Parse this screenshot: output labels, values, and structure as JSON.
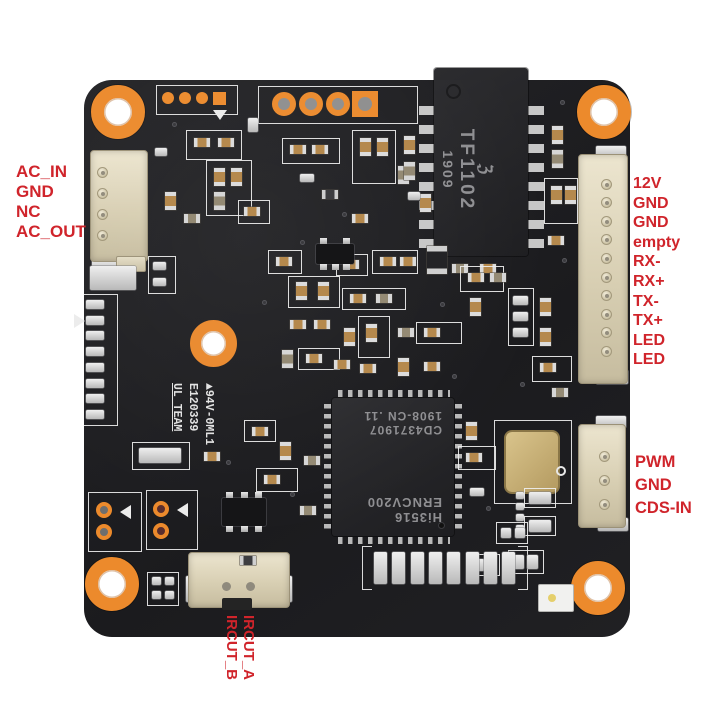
{
  "colors": {
    "label_red": "#d0242b",
    "pad_orange": "#ec8a2c",
    "pcb_black": "#1e1e21",
    "connector_beige": "#ddd5bd",
    "silkscreen_white": "#ececec"
  },
  "labels": {
    "left": [
      "AC_IN",
      "GND",
      "NC",
      "AC_OUT"
    ],
    "right_top": [
      "12V",
      "GND",
      "GND",
      "empty",
      "RX-",
      "RX+",
      "TX-",
      "TX+",
      "LED",
      "LED"
    ],
    "right_bottom": [
      "PWM",
      "GND",
      "CDS-IN"
    ],
    "bottom": [
      "IRCUT_A",
      "IRCUT_B"
    ]
  },
  "chips": {
    "transformer": {
      "part": "TF1102",
      "date_code": "1909",
      "logo": "ℨ"
    },
    "soc": {
      "part_line1": "Hi3516",
      "part_line2": "ERNCV200",
      "lot": "CD4371907",
      "date": "1908-CN .11"
    },
    "silkscreen": {
      "line1": "▲94V-0ML1",
      "line2": "E120339",
      "line3": "UL TEAM"
    }
  }
}
